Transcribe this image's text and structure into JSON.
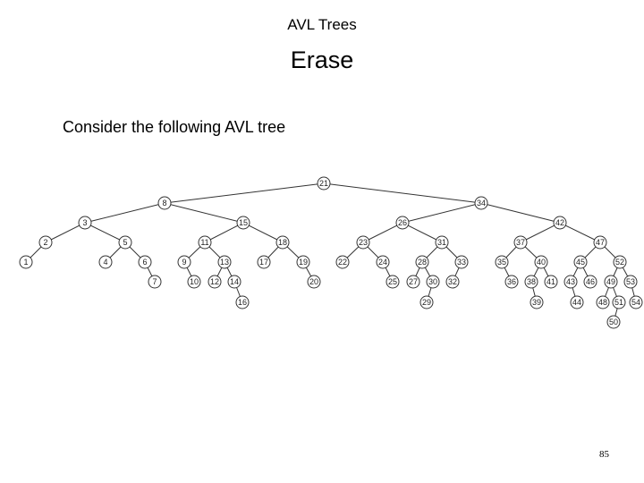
{
  "slide": {
    "header": "AVL Trees",
    "title": "Erase",
    "intro": "Consider the following AVL tree",
    "page_number": "85"
  },
  "tree": {
    "nodes": [
      "21",
      "8",
      "34",
      "3",
      "15",
      "26",
      "42",
      "2",
      "5",
      "11",
      "18",
      "23",
      "31",
      "37",
      "47",
      "1",
      "4",
      "6",
      "9",
      "13",
      "17",
      "19",
      "22",
      "24",
      "28",
      "33",
      "35",
      "40",
      "45",
      "52",
      "7",
      "10",
      "12",
      "14",
      "20",
      "25",
      "27",
      "30",
      "32",
      "36",
      "38",
      "41",
      "43",
      "46",
      "49",
      "51",
      "53",
      "16",
      "29",
      "39",
      "44",
      "48",
      "50",
      "54"
    ],
    "edges": [
      [
        "21",
        "8"
      ],
      [
        "21",
        "34"
      ],
      [
        "8",
        "3"
      ],
      [
        "8",
        "15"
      ],
      [
        "34",
        "26"
      ],
      [
        "34",
        "42"
      ],
      [
        "3",
        "2"
      ],
      [
        "3",
        "5"
      ],
      [
        "15",
        "11"
      ],
      [
        "15",
        "18"
      ],
      [
        "26",
        "23"
      ],
      [
        "26",
        "31"
      ],
      [
        "42",
        "37"
      ],
      [
        "42",
        "47"
      ],
      [
        "2",
        "1"
      ],
      [
        "5",
        "4"
      ],
      [
        "5",
        "6"
      ],
      [
        "11",
        "9"
      ],
      [
        "11",
        "13"
      ],
      [
        "18",
        "17"
      ],
      [
        "18",
        "19"
      ],
      [
        "23",
        "22"
      ],
      [
        "23",
        "24"
      ],
      [
        "31",
        "28"
      ],
      [
        "31",
        "33"
      ],
      [
        "37",
        "35"
      ],
      [
        "37",
        "40"
      ],
      [
        "47",
        "45"
      ],
      [
        "47",
        "52"
      ],
      [
        "6",
        "7"
      ],
      [
        "9",
        "10"
      ],
      [
        "13",
        "12"
      ],
      [
        "13",
        "14"
      ],
      [
        "14",
        "16"
      ],
      [
        "19",
        "20"
      ],
      [
        "24",
        "25"
      ],
      [
        "28",
        "27"
      ],
      [
        "28",
        "30"
      ],
      [
        "30",
        "29"
      ],
      [
        "33",
        "32"
      ],
      [
        "35",
        "36"
      ],
      [
        "40",
        "38"
      ],
      [
        "40",
        "41"
      ],
      [
        "38",
        "39"
      ],
      [
        "45",
        "43"
      ],
      [
        "45",
        "46"
      ],
      [
        "43",
        "44"
      ],
      [
        "52",
        "49"
      ],
      [
        "52",
        "53"
      ],
      [
        "53",
        "54"
      ],
      [
        "49",
        "48"
      ],
      [
        "49",
        "51"
      ],
      [
        "51",
        "50"
      ]
    ]
  }
}
